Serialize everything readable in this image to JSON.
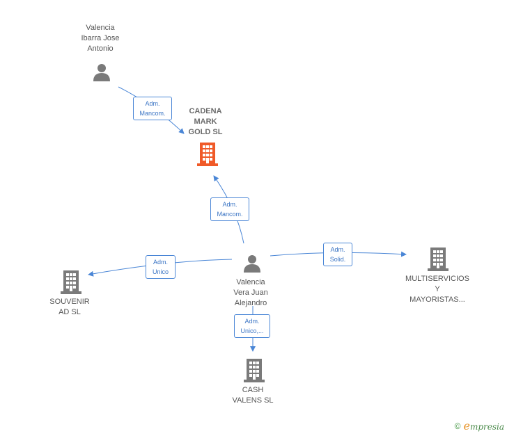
{
  "colors": {
    "edge": "#4a86d6",
    "node_gray": "#7a7a7a",
    "node_highlight": "#f05a28"
  },
  "nodes": {
    "person_ibarra": {
      "lines": [
        "Valencia",
        "Ibarra Jose",
        "Antonio"
      ],
      "icon": "person-icon"
    },
    "company_cadena": {
      "lines": [
        "CADENA",
        "MARK",
        "GOLD  SL"
      ],
      "icon": "building-icon"
    },
    "person_vera": {
      "lines": [
        "Valencia",
        "Vera Juan",
        "Alejandro"
      ],
      "icon": "person-icon"
    },
    "company_souvenir": {
      "lines": [
        "SOUVENIR",
        "AD  SL"
      ],
      "icon": "building-icon"
    },
    "company_multiservicios": {
      "lines": [
        "MULTISERVICIOS",
        "Y",
        "MAYORISTAS..."
      ],
      "icon": "building-icon"
    },
    "company_cash": {
      "lines": [
        "CASH",
        "VALENS  SL"
      ],
      "icon": "building-icon"
    }
  },
  "edges": {
    "ibarra_cadena": {
      "lines": [
        "Adm.",
        "Mancom."
      ]
    },
    "vera_cadena": {
      "lines": [
        "Adm.",
        "Mancom."
      ]
    },
    "vera_souvenir": {
      "lines": [
        "Adm.",
        "Unico"
      ]
    },
    "vera_multiservicios": {
      "lines": [
        "Adm.",
        "Solid."
      ]
    },
    "vera_cash": {
      "lines": [
        "Adm.",
        "Unico,..."
      ]
    }
  },
  "footer": {
    "copyright": "©",
    "brand_initial": "e",
    "brand_rest": "mpresia"
  }
}
